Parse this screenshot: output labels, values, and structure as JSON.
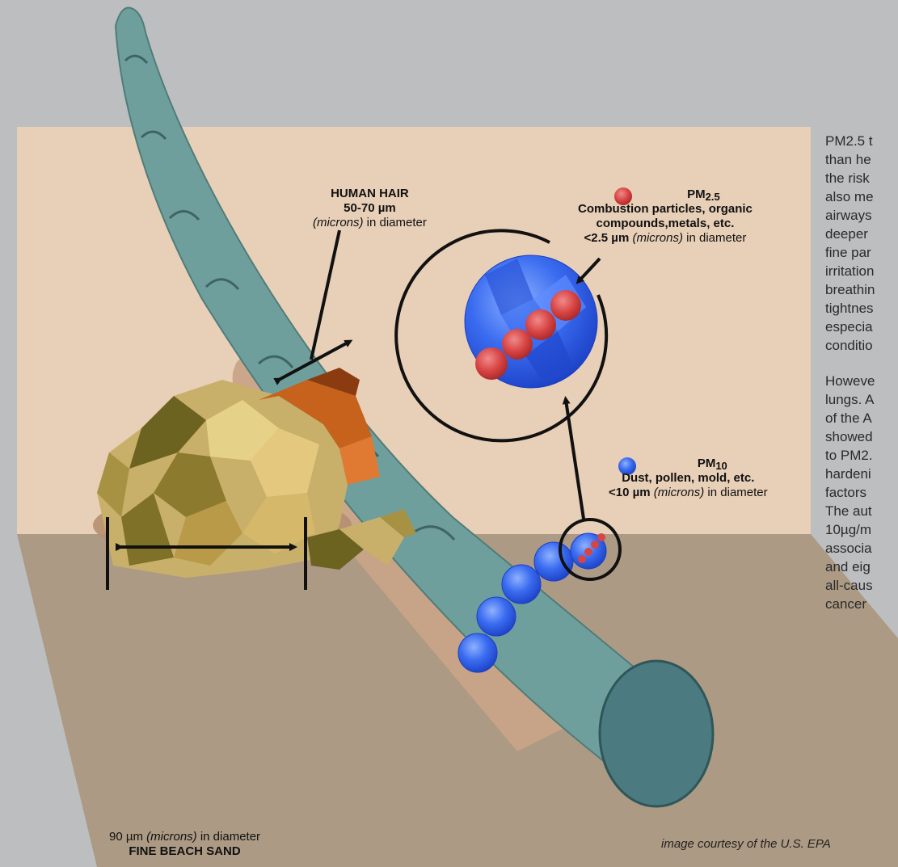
{
  "hair": {
    "title": "HUMAN HAIR",
    "size": "50-70 µm",
    "unit": "(microns)",
    "suffix": " in diameter"
  },
  "pm25": {
    "prefix": "PM",
    "sub": "2.5",
    "line1": "Combustion particles, organic",
    "line2": "compounds,metals, etc.",
    "size": "<2.5 µm",
    "unit": "(microns)",
    "suffix": " in diameter"
  },
  "pm10": {
    "prefix": "PM",
    "sub": "10",
    "line1": "Dust, pollen, mold, etc.",
    "size": "<10 µm",
    "unit": "(microns)",
    "suffix": " in diameter"
  },
  "sand": {
    "size_prefix": "90 µm ",
    "unit": "(microns)",
    "suffix": " in diameter",
    "title": "FINE BEACH SAND"
  },
  "credit": "image courtesy of the U.S. EPA",
  "side_text": {
    "p1": [
      "PM2.5 t",
      "than he",
      "the risk",
      "also me",
      "airways",
      "deeper",
      "fine par",
      "irritation",
      "breathin",
      "tightnes",
      "especia",
      "conditio"
    ],
    "p2": [
      "Howeve",
      "lungs. A",
      "of the A",
      "showed",
      "to PM2.",
      "hardeni",
      "factors",
      "The aut",
      "10µg/m",
      "associa",
      "and eig",
      "all-caus",
      "cancer"
    ]
  },
  "colors": {
    "background": "#bdbec0",
    "wall": "#e8cfb7",
    "floor": "#ac9a84",
    "hair": "#6f9f9c",
    "pm25": "#d64545",
    "pm10": "#2f5fe0"
  }
}
